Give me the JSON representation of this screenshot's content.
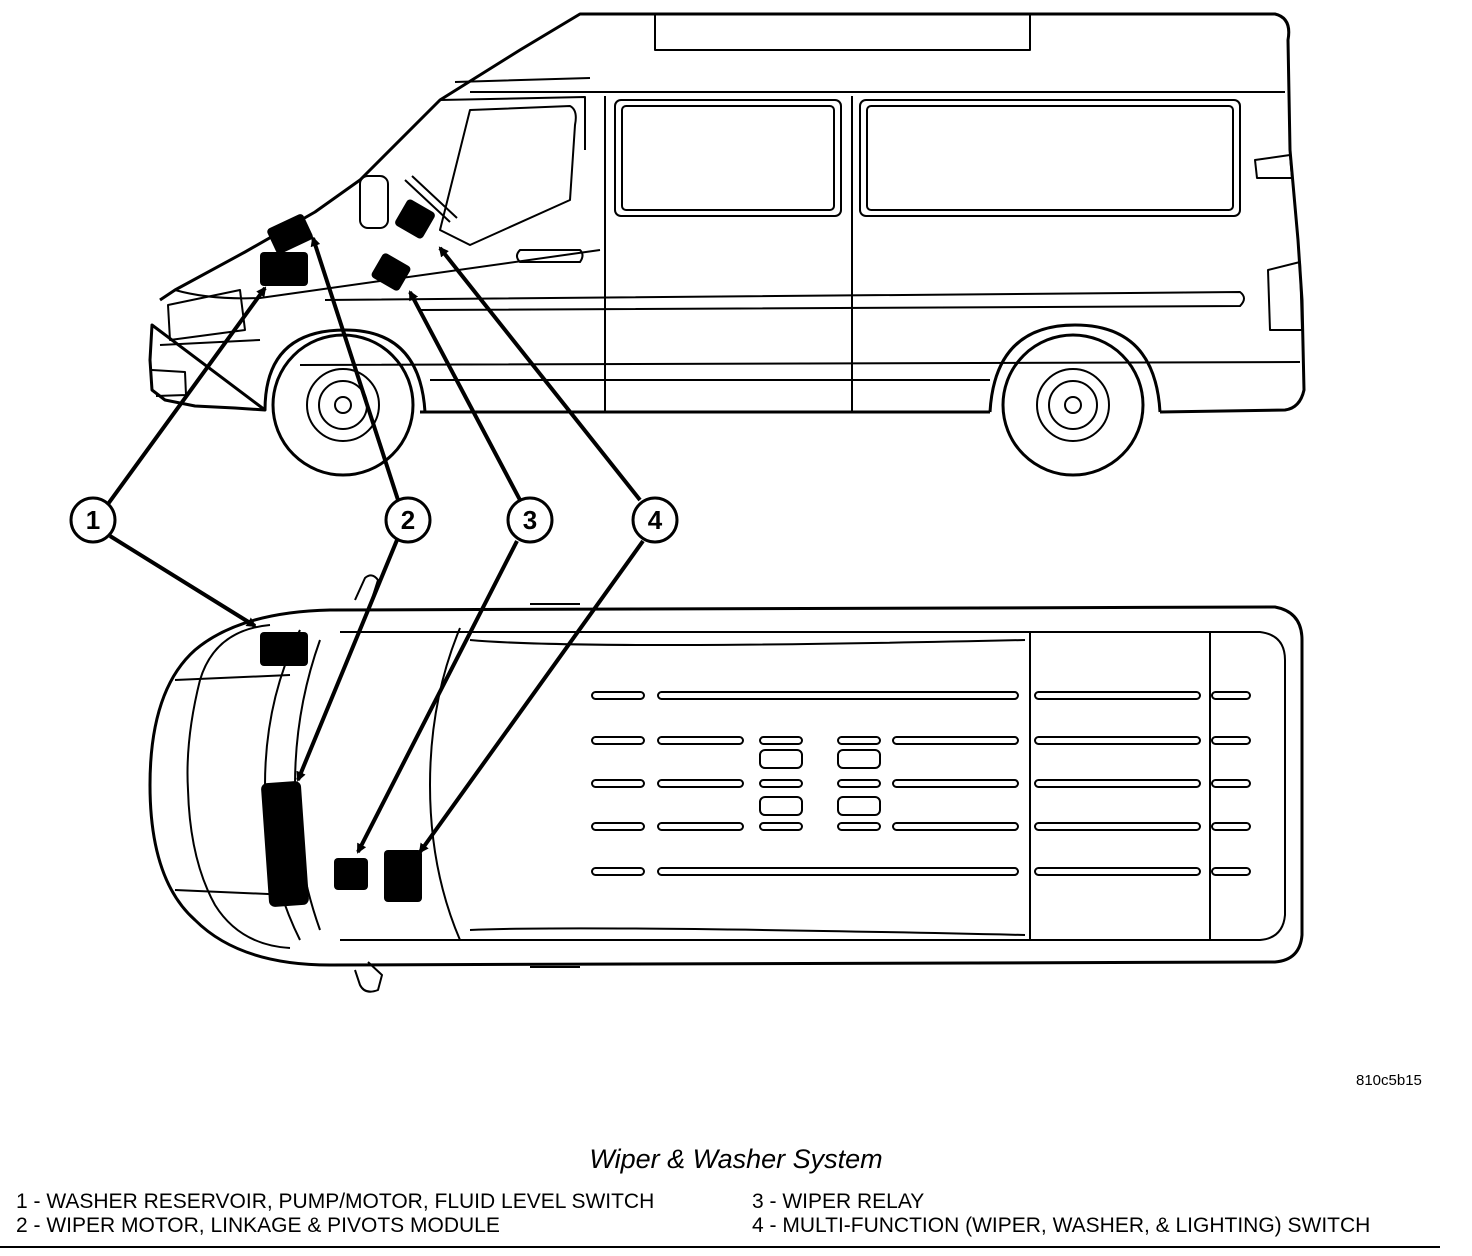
{
  "figure_id": "810c5b15",
  "caption": "Wiper & Washer System",
  "callouts": [
    "1",
    "2",
    "3",
    "4"
  ],
  "legend": [
    {
      "num": "1",
      "text": "1 - WASHER RESERVOIR, PUMP/MOTOR, FLUID LEVEL SWITCH"
    },
    {
      "num": "2",
      "text": "2 - WIPER MOTOR, LINKAGE & PIVOTS MODULE"
    },
    {
      "num": "3",
      "text": "3 - WIPER RELAY"
    },
    {
      "num": "4",
      "text": "4 - MULTI-FUNCTION (WIPER, WASHER, & LIGHTING) SWITCH"
    }
  ]
}
